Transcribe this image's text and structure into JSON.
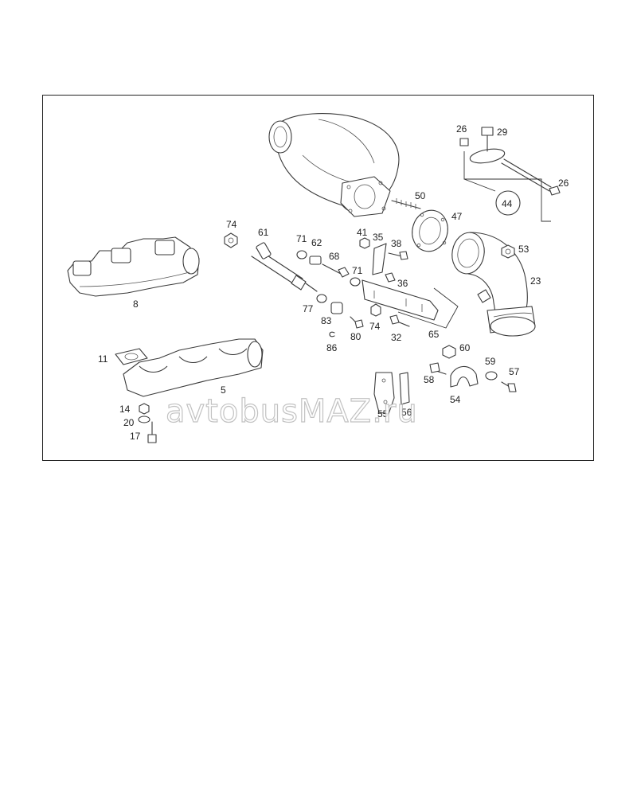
{
  "watermark": "avtobusMAZ.ru",
  "colors": {
    "frame": "#222222",
    "line": "#3a3a3a",
    "watermark_outline": "#b8b8b8"
  },
  "callouts": {
    "c8": "8",
    "c5": "5",
    "c11": "11",
    "c14": "14",
    "c20": "20",
    "c17": "17",
    "c74a": "74",
    "c61": "61",
    "c71a": "71",
    "c62": "62",
    "c68": "68",
    "c77": "77",
    "c83": "83",
    "c86": "86",
    "c80": "80",
    "c74b": "74",
    "c41": "41",
    "c35": "35",
    "c38": "38",
    "c71b": "71",
    "c36": "36",
    "c32": "32",
    "c65": "65",
    "c50": "50",
    "c47": "47",
    "c53": "53",
    "c23": "23",
    "c26a": "26",
    "c29": "29",
    "c26b": "26",
    "c44": "44",
    "c60": "60",
    "c58": "58",
    "c59": "59",
    "c57": "57",
    "c54": "54",
    "c55": "55",
    "c56": "56"
  }
}
